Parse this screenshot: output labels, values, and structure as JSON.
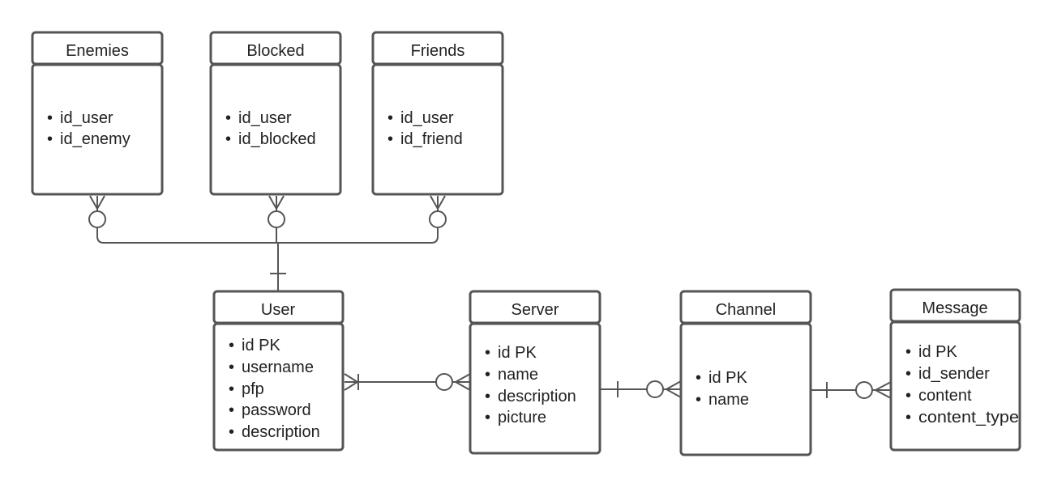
{
  "colors": {
    "stroke": "#555555",
    "text": "#222222",
    "background": "#ffffff"
  },
  "bullet": "•",
  "entities": {
    "enemies": {
      "title": "Enemies",
      "fields": [
        "id_user",
        "id_enemy"
      ]
    },
    "blocked": {
      "title": "Blocked",
      "fields": [
        "id_user",
        "id_blocked"
      ]
    },
    "friends": {
      "title": "Friends",
      "fields": [
        "id_user",
        "id_friend"
      ]
    },
    "user": {
      "title": "User",
      "fields": [
        "id PK",
        "username",
        "pfp",
        "password",
        "description"
      ]
    },
    "server": {
      "title": "Server",
      "fields": [
        "id PK",
        "name",
        "description",
        "picture"
      ]
    },
    "channel": {
      "title": "Channel",
      "fields": [
        "id PK",
        "name"
      ]
    },
    "message": {
      "title": "Message",
      "fields": [
        "id PK",
        "id_sender",
        "content",
        "content_type"
      ]
    }
  },
  "relationships": [
    {
      "from": "user",
      "to": "enemies",
      "from_end": "one",
      "to_end": "zero-or-many"
    },
    {
      "from": "user",
      "to": "blocked",
      "from_end": "one",
      "to_end": "zero-or-many"
    },
    {
      "from": "user",
      "to": "friends",
      "from_end": "one",
      "to_end": "zero-or-many"
    },
    {
      "from": "user",
      "to": "server",
      "from_end": "one-or-many",
      "to_end": "zero-or-many"
    },
    {
      "from": "server",
      "to": "channel",
      "from_end": "one",
      "to_end": "zero-or-many"
    },
    {
      "from": "channel",
      "to": "message",
      "from_end": "one",
      "to_end": "zero-or-many"
    }
  ]
}
